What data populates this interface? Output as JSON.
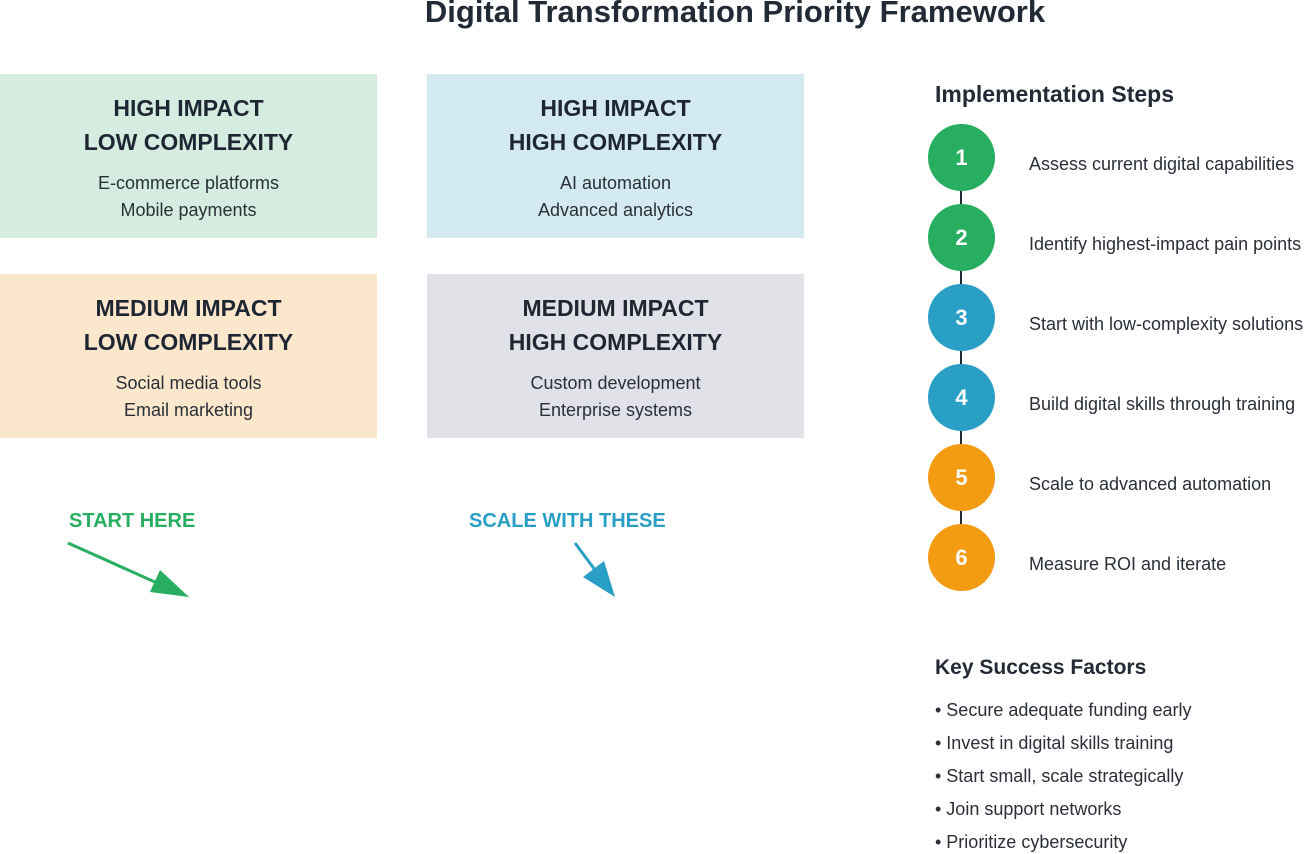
{
  "title": "Digital Transformation Priority Framework",
  "quadrants": [
    {
      "line1": "HIGH IMPACT",
      "line2": "LOW COMPLEXITY",
      "items": [
        "E-commerce platforms",
        "Mobile payments"
      ],
      "color": "#d5ede0"
    },
    {
      "line1": "HIGH IMPACT",
      "line2": "HIGH COMPLEXITY",
      "items": [
        "AI automation",
        "Advanced analytics"
      ],
      "color": "#d4eaf1"
    },
    {
      "line1": "MEDIUM IMPACT",
      "line2": "LOW COMPLEXITY",
      "items": [
        "Social media tools",
        "Email marketing"
      ],
      "color": "#fbe7cc"
    },
    {
      "line1": "MEDIUM IMPACT",
      "line2": "HIGH COMPLEXITY",
      "items": [
        "Custom development",
        "Enterprise systems"
      ],
      "color": "#e1e2e7"
    }
  ],
  "hints": {
    "start": {
      "label": "START HERE",
      "color": "#27ae60"
    },
    "scale": {
      "label": "SCALE WITH THESE",
      "color": "#2a9fc5"
    }
  },
  "steps": {
    "heading": "Implementation Steps",
    "items": [
      {
        "number": "1",
        "text": "Assess current digital capabilities",
        "color": "#27ae60"
      },
      {
        "number": "2",
        "text": "Identify highest-impact pain points",
        "color": "#27ae60"
      },
      {
        "number": "3",
        "text": "Start with low-complexity solutions",
        "color": "#2a9fc5"
      },
      {
        "number": "4",
        "text": "Build digital skills through training",
        "color": "#2a9fc5"
      },
      {
        "number": "5",
        "text": "Scale to advanced automation",
        "color": "#f39c12"
      },
      {
        "number": "6",
        "text": "Measure ROI and iterate",
        "color": "#f39c12"
      }
    ]
  },
  "factors": {
    "heading": "Key Success Factors",
    "items": [
      "• Secure adequate funding early",
      "• Invest in digital skills training",
      "• Start small, scale strategically",
      "• Join support networks",
      "• Prioritize cybersecurity"
    ]
  }
}
